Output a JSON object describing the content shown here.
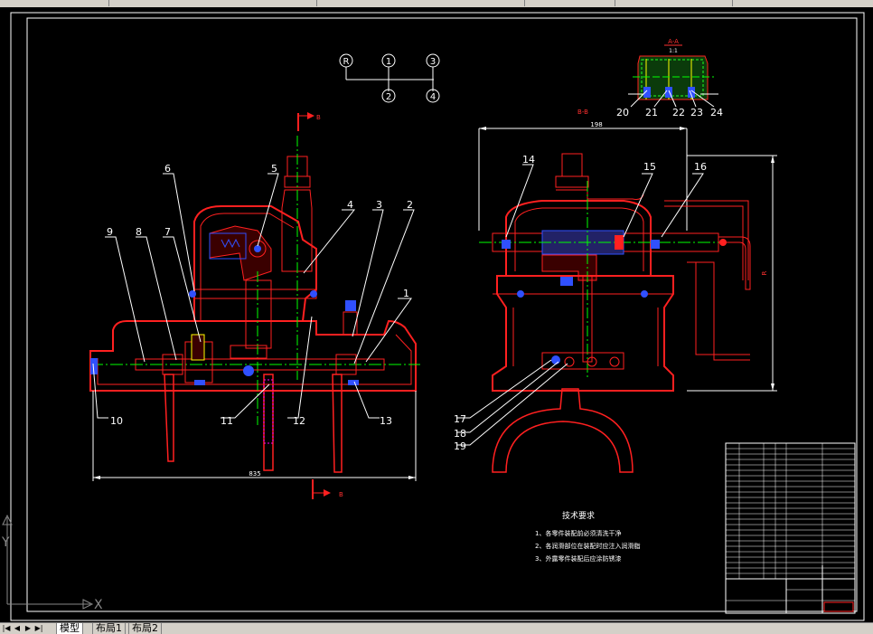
{
  "tabs": {
    "model": "模型",
    "layout1": "布局1",
    "layout2": "布局2"
  },
  "section_labels": {
    "a_a": "A-A",
    "b_b": "B-B",
    "b_top": "B",
    "b_bottom": "B"
  },
  "dimensions": {
    "width_left": "835",
    "width_right": "198",
    "scale_aa": "1:1"
  },
  "gear_scheme": [
    "R",
    "1",
    "3",
    "2",
    "4"
  ],
  "balloons": [
    "1",
    "2",
    "3",
    "4",
    "5",
    "6",
    "7",
    "8",
    "9",
    "10",
    "11",
    "12",
    "13",
    "14",
    "15",
    "16",
    "17",
    "18",
    "19",
    "20",
    "21",
    "22",
    "23",
    "24"
  ],
  "tech_requirements": {
    "title": "技术要求",
    "items": [
      "1、各零件装配前必须清洗干净",
      "2、各润滑部位在装配时应注入润滑脂",
      "3、外露零件装配后应涂防锈漆"
    ]
  },
  "ucs": {
    "x": "X",
    "y": "Y"
  },
  "colors": {
    "background": "#000000",
    "outline": "#ff0000",
    "dimension": "#ffffff",
    "center": "#00ff00",
    "hidden": "#ff00ff",
    "fastener": "#3050ff",
    "hatch": "#ffff00"
  }
}
